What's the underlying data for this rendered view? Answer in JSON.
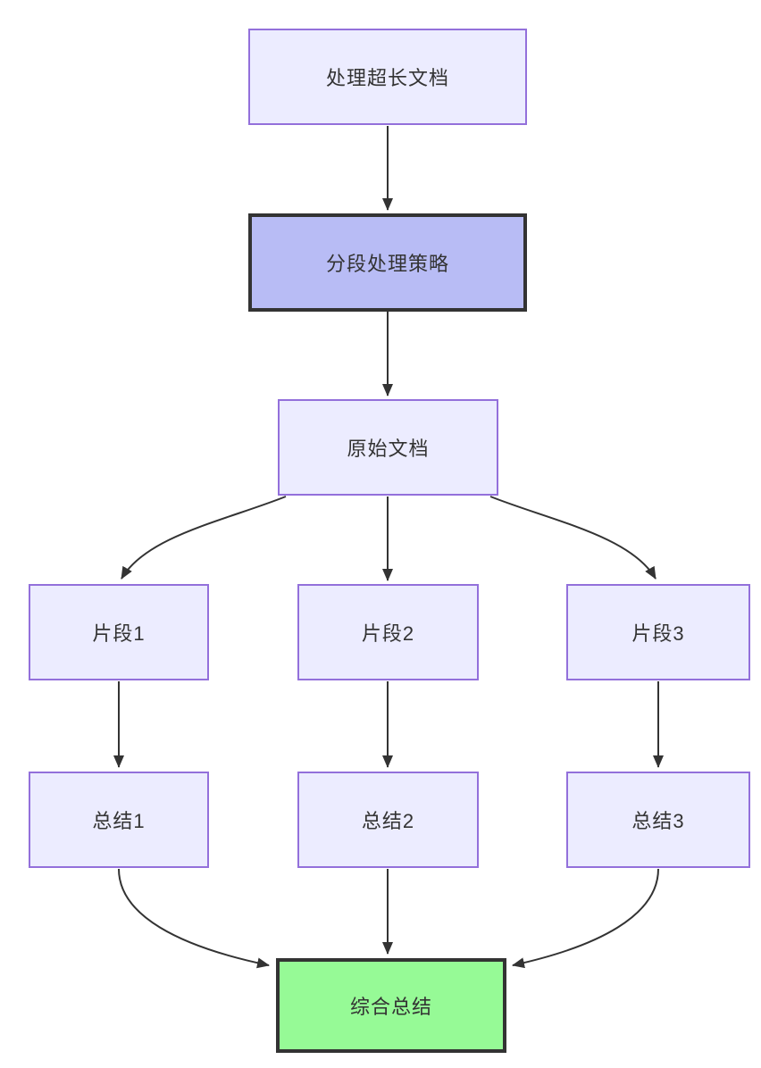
{
  "diagram": {
    "type": "flowchart",
    "direction": "top-down",
    "nodes": [
      {
        "id": "A",
        "label": "处理超长文档",
        "style": "default"
      },
      {
        "id": "B",
        "label": "分段处理策略",
        "style": "highlight"
      },
      {
        "id": "C",
        "label": "原始文档",
        "style": "default"
      },
      {
        "id": "D1",
        "label": "片段1",
        "style": "default"
      },
      {
        "id": "D2",
        "label": "片段2",
        "style": "default"
      },
      {
        "id": "D3",
        "label": "片段3",
        "style": "default"
      },
      {
        "id": "E1",
        "label": "总结1",
        "style": "default"
      },
      {
        "id": "E2",
        "label": "总结2",
        "style": "default"
      },
      {
        "id": "E3",
        "label": "总结3",
        "style": "default"
      },
      {
        "id": "F",
        "label": "综合总结",
        "style": "success"
      }
    ],
    "edges": [
      {
        "from": "处理超长文档",
        "to": "分段处理策略"
      },
      {
        "from": "分段处理策略",
        "to": "原始文档"
      },
      {
        "from": "原始文档",
        "to": "片段1"
      },
      {
        "from": "原始文档",
        "to": "片段2"
      },
      {
        "from": "原始文档",
        "to": "片段3"
      },
      {
        "from": "片段1",
        "to": "总结1"
      },
      {
        "from": "片段2",
        "to": "总结2"
      },
      {
        "from": "片段3",
        "to": "总结3"
      },
      {
        "from": "总结1",
        "to": "综合总结"
      },
      {
        "from": "总结2",
        "to": "综合总结"
      },
      {
        "from": "总结3",
        "to": "综合总结"
      }
    ]
  },
  "colors": {
    "background": "#ffffff",
    "node_fill": "#ECECFF",
    "node_border": "#9370DB",
    "highlight_fill": "#B8BCF5",
    "highlight_border": "#333333",
    "success_fill": "#96FA96",
    "success_border": "#333333",
    "edge": "#333333",
    "text": "#333333"
  }
}
